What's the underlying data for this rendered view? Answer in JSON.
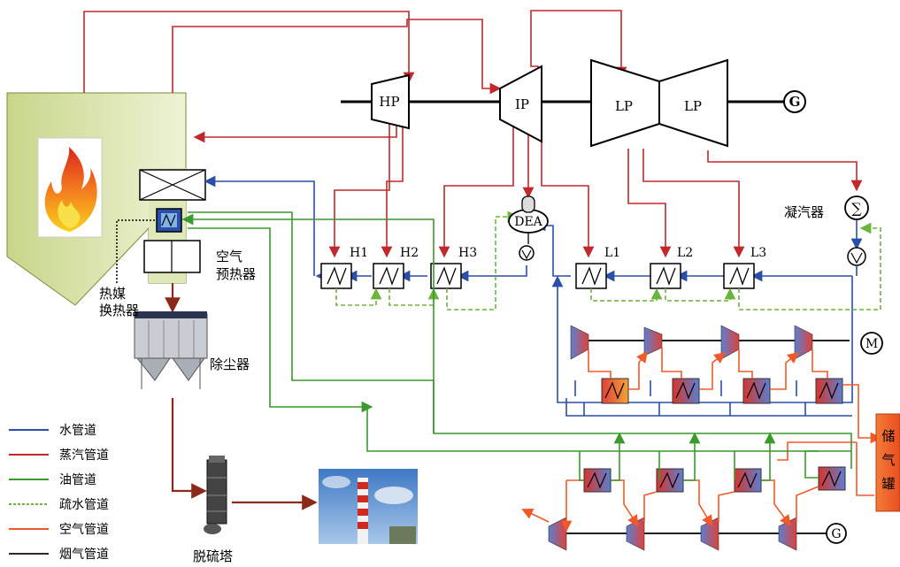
{
  "turbines": {
    "hp": "HP",
    "ip": "IP",
    "lp1": "LP",
    "lp2": "LP"
  },
  "generator_top": "G",
  "generator_bottom": "G",
  "motor": "M",
  "deaerator": "DEA",
  "heaters": {
    "h1": "H1",
    "h2": "H2",
    "h3": "H3",
    "l1": "L1",
    "l2": "L2",
    "l3": "L3"
  },
  "components": {
    "condenser": "凝汽器",
    "air_preheater_line1": "空气",
    "air_preheater_line2": "预热器",
    "heat_exchanger_line1": "热媒",
    "heat_exchanger_line2": "换热器",
    "dust_collector": "除尘器",
    "desulfurization": "脱硫塔",
    "storage_tank": [
      "储",
      "气",
      "罐"
    ]
  },
  "legend": [
    {
      "label": "水管道",
      "color": "#2a4fa8",
      "style": "solid"
    },
    {
      "label": "蒸汽管道",
      "color": "#c0282d",
      "style": "solid"
    },
    {
      "label": "油管道",
      "color": "#3a9a2e",
      "style": "solid"
    },
    {
      "label": "疏水管道",
      "color": "#6db33f",
      "style": "dashed"
    },
    {
      "label": "空气管道",
      "color": "#f05a28",
      "style": "solid"
    },
    {
      "label": "烟气管道",
      "color": "#2b2b2b",
      "style": "solid"
    }
  ],
  "colors": {
    "water": "#2a4fa8",
    "steam": "#c0282d",
    "oil": "#3a9a2e",
    "drain": "#6db33f",
    "air": "#f05a28",
    "flue": "#8b2a1a"
  }
}
